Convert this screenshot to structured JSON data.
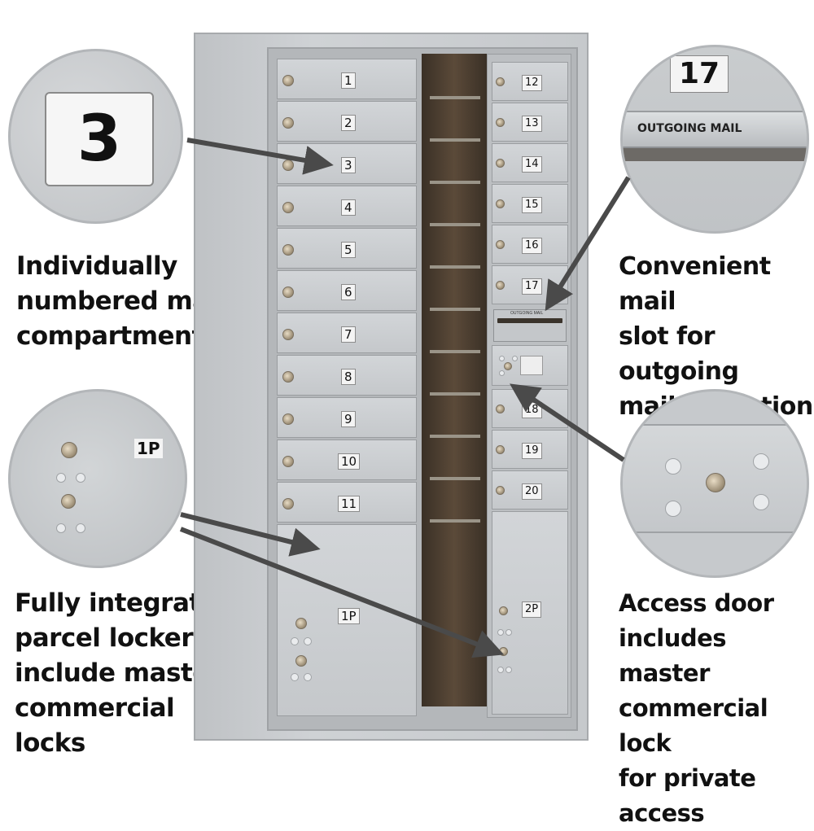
{
  "captions": {
    "top_left": [
      "Individually",
      "numbered mail",
      "compartments"
    ],
    "bottom_left": [
      "Fully integrated",
      "parcel lockers",
      "include master",
      "commercial",
      "locks"
    ],
    "top_right": [
      "Convenient mail",
      "slot for outgoing",
      "mail collection"
    ],
    "bottom_right": [
      "Access door",
      "includes master",
      "commercial lock",
      "for private access"
    ]
  },
  "callouts": {
    "number_zoom": "3",
    "slot_zoom_number": "17",
    "slot_zoom_label": "OUTGOING MAIL",
    "parcel_zoom_label": "1P"
  },
  "cabinet": {
    "left_doors": [
      "1",
      "2",
      "3",
      "4",
      "5",
      "6",
      "7",
      "8",
      "9",
      "10",
      "11"
    ],
    "right_doors_upper": [
      "12",
      "13",
      "14",
      "15",
      "16",
      "17"
    ],
    "right_doors_lower": [
      "18",
      "19",
      "20"
    ],
    "parcel_left": "1P",
    "parcel_right": "2P",
    "slot_label": "OUTGOING MAIL"
  },
  "colors": {
    "metal": "#c9ccce",
    "arrow": "#4a4a4a",
    "text": "#111111"
  }
}
